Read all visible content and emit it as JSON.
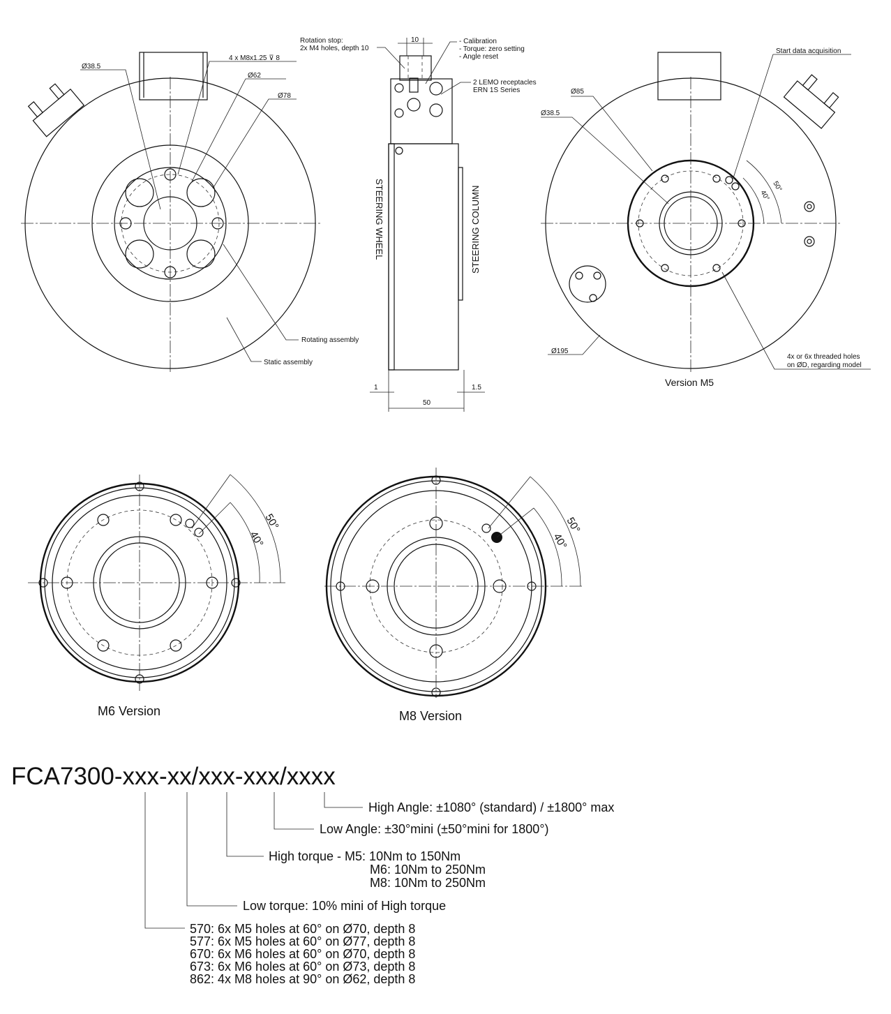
{
  "front_view": {
    "labels": {
      "d385": "Ø38.5",
      "thread": "4 x M8x1.25 ⊽ 8",
      "d62": "Ø62",
      "d78": "Ø78",
      "rotating": "Rotating assembly",
      "static": "Static assembly"
    }
  },
  "side_view": {
    "rotation_stop": [
      "Rotation stop:",
      "2x M4 holes, depth 10"
    ],
    "dim_top": "10",
    "calibration": [
      "- Calibration",
      "- Torque: zero setting",
      "- Angle reset"
    ],
    "lemo": [
      "2 LEMO receptacles",
      "ERN 1S Series"
    ],
    "steering_wheel": "STEERING WHEEL",
    "steering_column": "STEERING COLUMN",
    "dim_left": "1",
    "dim_right": "1.5",
    "dim_width": "50"
  },
  "m5_view": {
    "start": "Start data acquisition",
    "d85": "Ø85",
    "d385": "Ø38.5",
    "d195": "Ø195",
    "angle50": "50°",
    "angle40": "40°",
    "threaded": [
      "4x or 6x threaded holes",
      "on ØD, regarding model"
    ],
    "caption": "Version M5"
  },
  "m6_view": {
    "angle50": "50°",
    "angle40": "40°",
    "caption": "M6 Version"
  },
  "m8_view": {
    "angle50": "50°",
    "angle40": "40°",
    "caption": "M8 Version"
  },
  "code": {
    "part_number": "FCA7300-xxx-xx/xxx-xxx/xxxx",
    "high_angle": "High Angle: ±1080° (standard) / ±1800° max",
    "low_angle": "Low Angle: ±30°mini (±50°mini for 1800°)",
    "high_torque": [
      "High torque - M5: 10Nm to 150Nm",
      "M6: 10Nm to 250Nm",
      "M8: 10Nm to 250Nm"
    ],
    "low_torque": "Low torque: 10% mini of High torque",
    "flange_options": [
      "570: 6x M5 holes at 60° on Ø70, depth 8",
      "577: 6x M5 holes at 60° on Ø77, depth 8",
      "670: 6x M6 holes at 60° on Ø70, depth 8",
      "673: 6x M6 holes at 60° on Ø73, depth 8",
      "862: 4x M8 holes at 90° on Ø62, depth 8"
    ]
  }
}
